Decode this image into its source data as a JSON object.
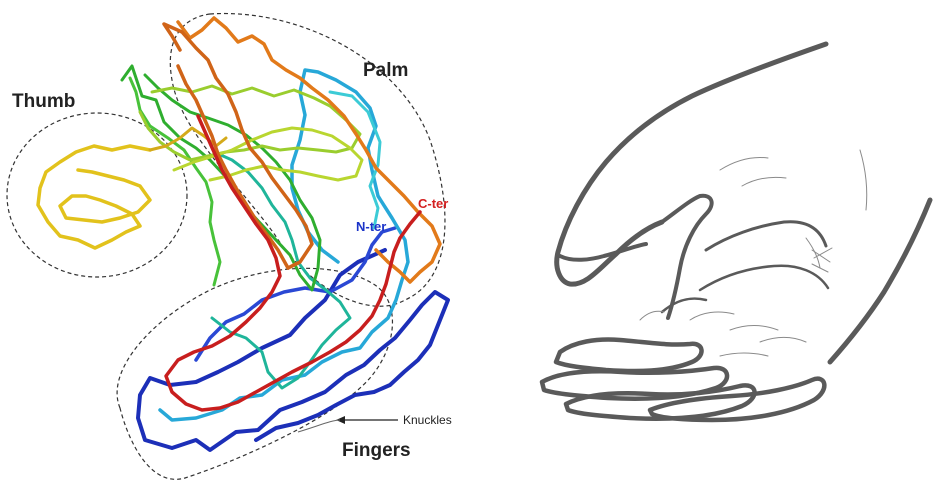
{
  "labels": {
    "thumb": "Thumb",
    "palm": "Palm",
    "fingers": "Fingers",
    "knuckles": "Knuckles",
    "n_terminus": "N-ter",
    "c_terminus": "C-ter"
  },
  "colors": {
    "n_terminus_label": "#1a33c8",
    "c_terminus_label": "#d42020",
    "outline": "#333333",
    "hand_sketch": "#5a5a5a"
  }
}
